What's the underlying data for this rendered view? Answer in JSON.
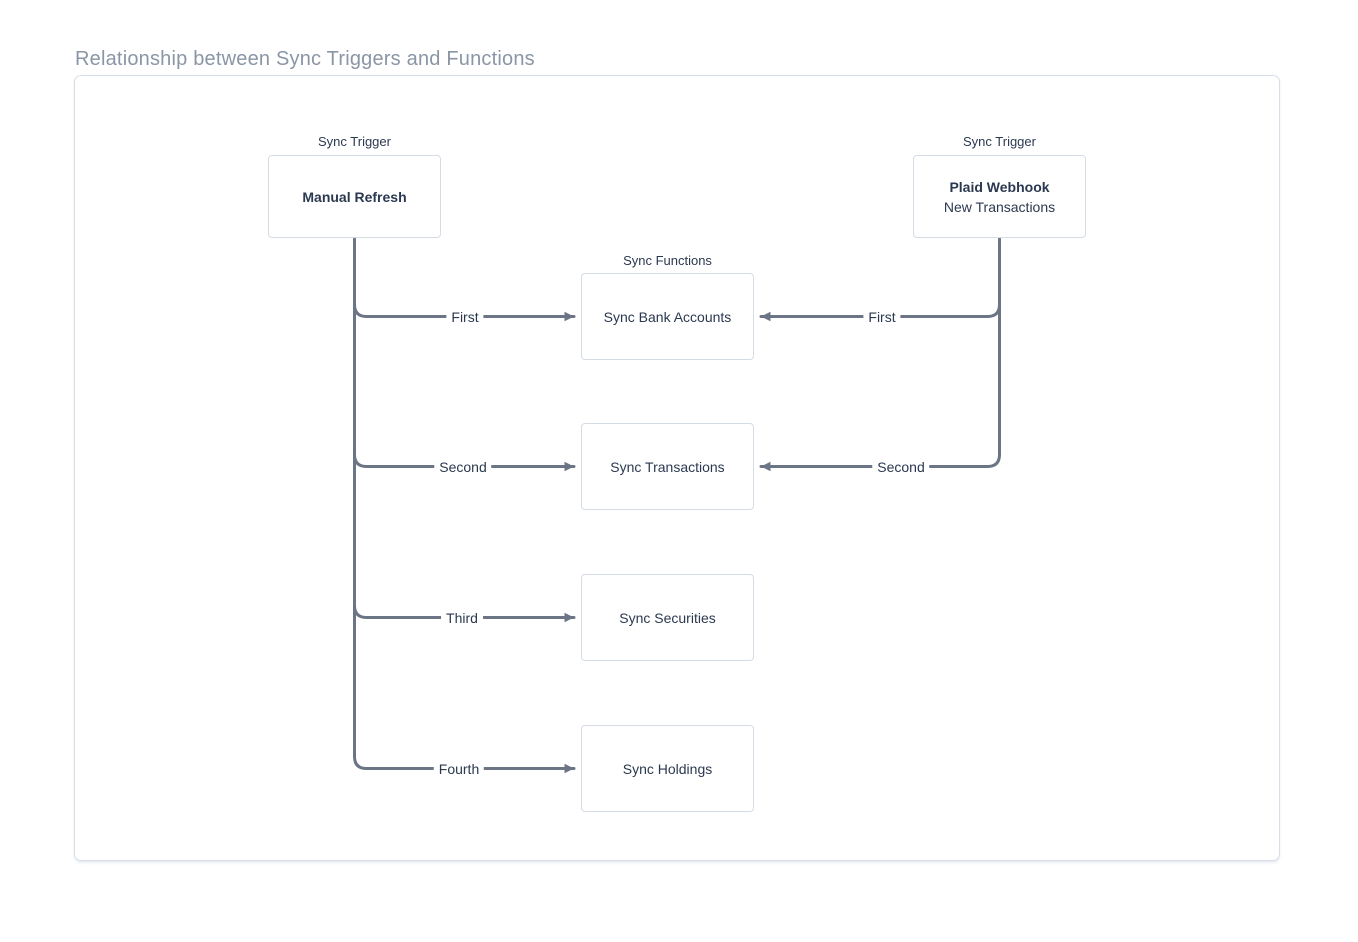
{
  "title": "Relationship between Sync Triggers and Functions",
  "diagram": {
    "triggers": [
      {
        "group_label": "Sync Trigger",
        "name": "Manual Refresh"
      },
      {
        "group_label": "Sync Trigger",
        "name": "Plaid Webhook",
        "detail": "New Transactions"
      }
    ],
    "functions": {
      "group_label": "Sync Functions",
      "items": [
        "Sync Bank Accounts",
        "Sync Transactions",
        "Sync Securities",
        "Sync Holdings"
      ]
    },
    "edges": {
      "manual_refresh": [
        {
          "order": "First"
        },
        {
          "order": "Second"
        },
        {
          "order": "Third"
        },
        {
          "order": "Fourth"
        }
      ],
      "plaid_webhook": [
        {
          "order": "First"
        },
        {
          "order": "Second"
        }
      ]
    },
    "colors": {
      "line": "#6b7585",
      "box_border": "#d5dce6",
      "text": "#2b3950",
      "title_text": "#8a96a6",
      "background": "#ffffff"
    }
  }
}
